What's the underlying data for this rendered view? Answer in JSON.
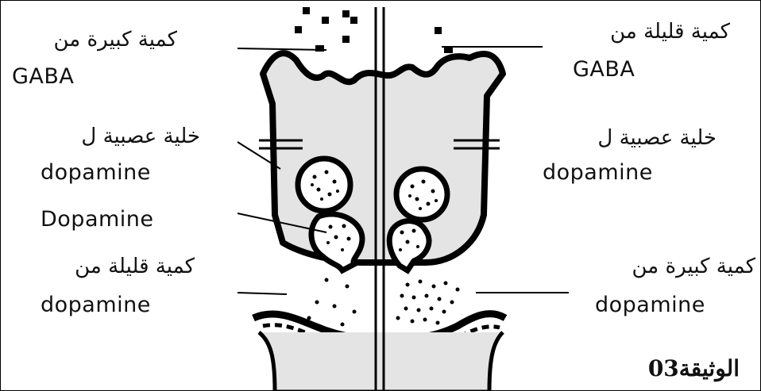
{
  "left": {
    "gaba_amount": "كمية كبيرة من",
    "gaba": "GABA",
    "neuron_of": "خلية عصبية ل",
    "neuron_dopamine": "dopamine",
    "vesicle_label": "Dopamine",
    "release_amount": "كمية قليلة من",
    "release_dopamine": "dopamine"
  },
  "right": {
    "gaba_amount": "كمية قليلة من",
    "gaba": "GABA",
    "neuron_of": "خلية عصبية ل",
    "neuron_dopamine": "dopamine",
    "release_amount": "كمية كبيرة من",
    "release_dopamine": "dopamine"
  },
  "document_label": "الوثيقة03",
  "colors": {
    "cell_fill": "#e4e4e4",
    "outline": "#000000",
    "background": "#ffffff"
  }
}
